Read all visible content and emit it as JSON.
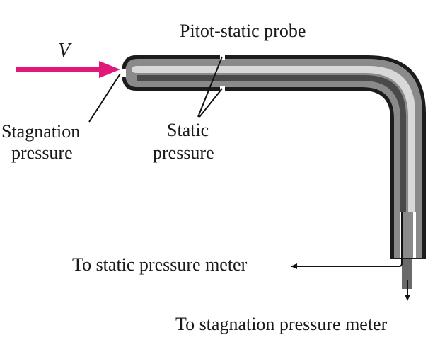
{
  "labels": {
    "velocity": "V",
    "probe_title": "Pitot-static probe",
    "stagnation_line1": "Stagnation",
    "stagnation_line2": "pressure",
    "static_line1": "Static",
    "static_line2": "pressure",
    "to_static_meter": "To static pressure meter",
    "to_stagnation_meter": "To stagnation pressure meter"
  },
  "colors": {
    "flow_arrow": "#e0187a",
    "tube_outer": "#1c1c1c",
    "tube_body": "#8a8a8a",
    "tube_highlight": "#d8d8d8",
    "tube_inner": "#4a4a4a"
  }
}
